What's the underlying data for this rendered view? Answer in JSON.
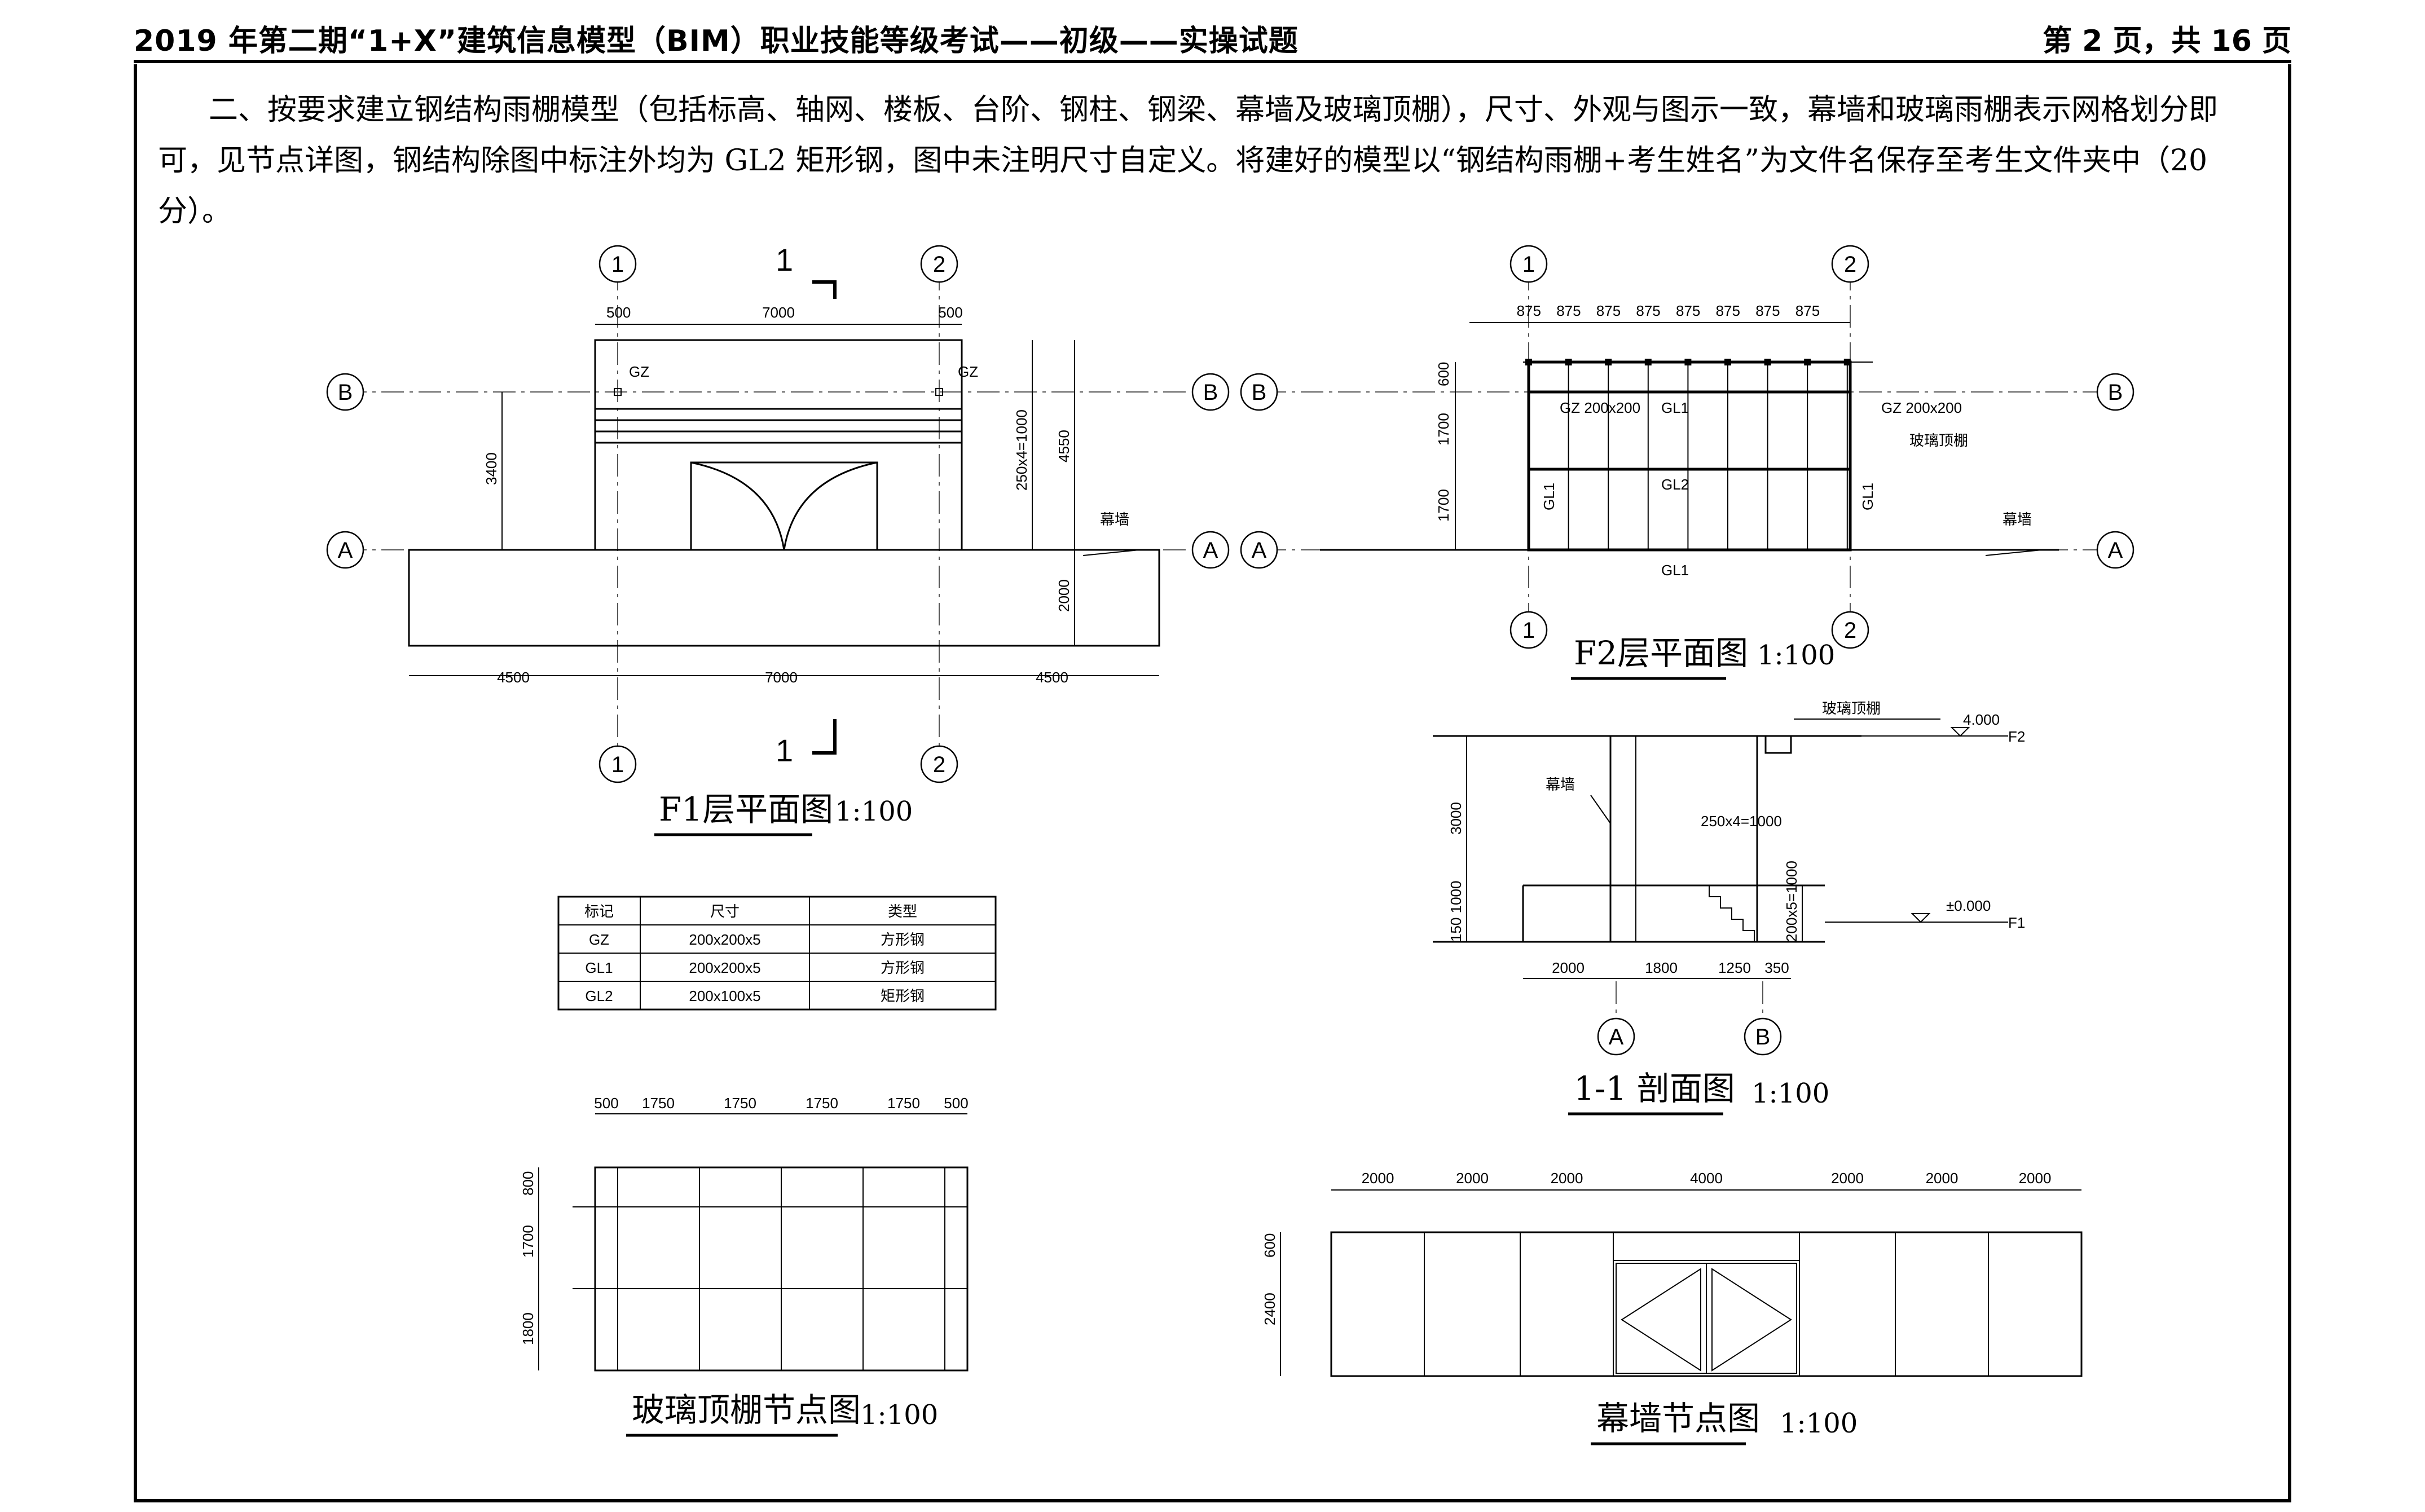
{
  "header": {
    "title": "2019 年第二期“1+X”建筑信息模型（BIM）职业技能等级考试——初级——实操试题",
    "page": "第 2 页，共 16 页"
  },
  "instructions": "二、按要求建立钢结构雨棚模型（包括标高、轴网、楼板、台阶、钢柱、钢梁、幕墙及玻璃顶棚），尺寸、外观与图示一致，幕墙和玻璃雨棚表示网格划分即可，见节点详图，钢结构除图中标注外均为 GL2 矩形钢，图中未注明尺寸自定义。将建好的模型以“钢结构雨棚+考生姓名”为文件名保存至考生文件夹中（20 分）。",
  "axes": {
    "n1": "1",
    "n2": "2",
    "A": "A",
    "B": "B"
  },
  "f1": {
    "title": "F1层平面图",
    "scale": "1:100",
    "section_mark": "1",
    "dims_top": [
      "500",
      "7000",
      "500"
    ],
    "dims_bottom": [
      "4500",
      "7000",
      "4500"
    ],
    "dim_left": "3400",
    "dim_right_inner": "250x4=1000",
    "dim_right_outer": "4550",
    "dim_right_lower": "2000",
    "gz_label": "GZ",
    "curtain_label": "幕墙"
  },
  "f2": {
    "title": "F2层平面图",
    "scale": "1:100",
    "dims_top": [
      "875",
      "875",
      "875",
      "875",
      "875",
      "875",
      "875",
      "875"
    ],
    "dims_left": [
      "600",
      "1700",
      "1700"
    ],
    "labels": {
      "gz_left": "GZ 200x200",
      "gl1_top": "GL1",
      "gz_right": "GZ 200x200",
      "canopy": "玻璃顶棚",
      "gl1_left": "GL1",
      "gl2": "GL2",
      "gl1_right": "GL1",
      "gl1_bottom": "GL1",
      "curtain": "幕墙"
    }
  },
  "section": {
    "title": "1-1 剖面图",
    "scale": "1:100",
    "canopy_label": "玻璃顶棚",
    "curtain_label": "幕墙",
    "stair_label": "250x4=1000",
    "level_top": "4.000",
    "level_top_name": "F2",
    "level_base": "±0.000",
    "level_base_name": "F1",
    "dim_left_upper": "3000",
    "dim_left_lower": "150 1000",
    "dim_right": "200x5=1000",
    "dims_bottom": [
      "2000",
      "1800",
      "1250",
      "350"
    ]
  },
  "table": {
    "headers": [
      "标记",
      "尺寸",
      "类型"
    ],
    "rows": [
      [
        "GZ",
        "200x200x5",
        "方形钢"
      ],
      [
        "GL1",
        "200x200x5",
        "方形钢"
      ],
      [
        "GL2",
        "200x100x5",
        "矩形钢"
      ]
    ]
  },
  "canopy_node": {
    "title": "玻璃顶棚节点图",
    "scale": "1:100",
    "dims_top": [
      "500",
      "1750",
      "1750",
      "1750",
      "1750",
      "500"
    ],
    "dims_left": [
      "800",
      "1700",
      "1800"
    ]
  },
  "curtain_node": {
    "title": "幕墙节点图",
    "scale": "1:100",
    "dims_top": [
      "2000",
      "2000",
      "2000",
      "4000",
      "2000",
      "2000",
      "2000"
    ],
    "dims_left": [
      "600",
      "2400"
    ]
  }
}
